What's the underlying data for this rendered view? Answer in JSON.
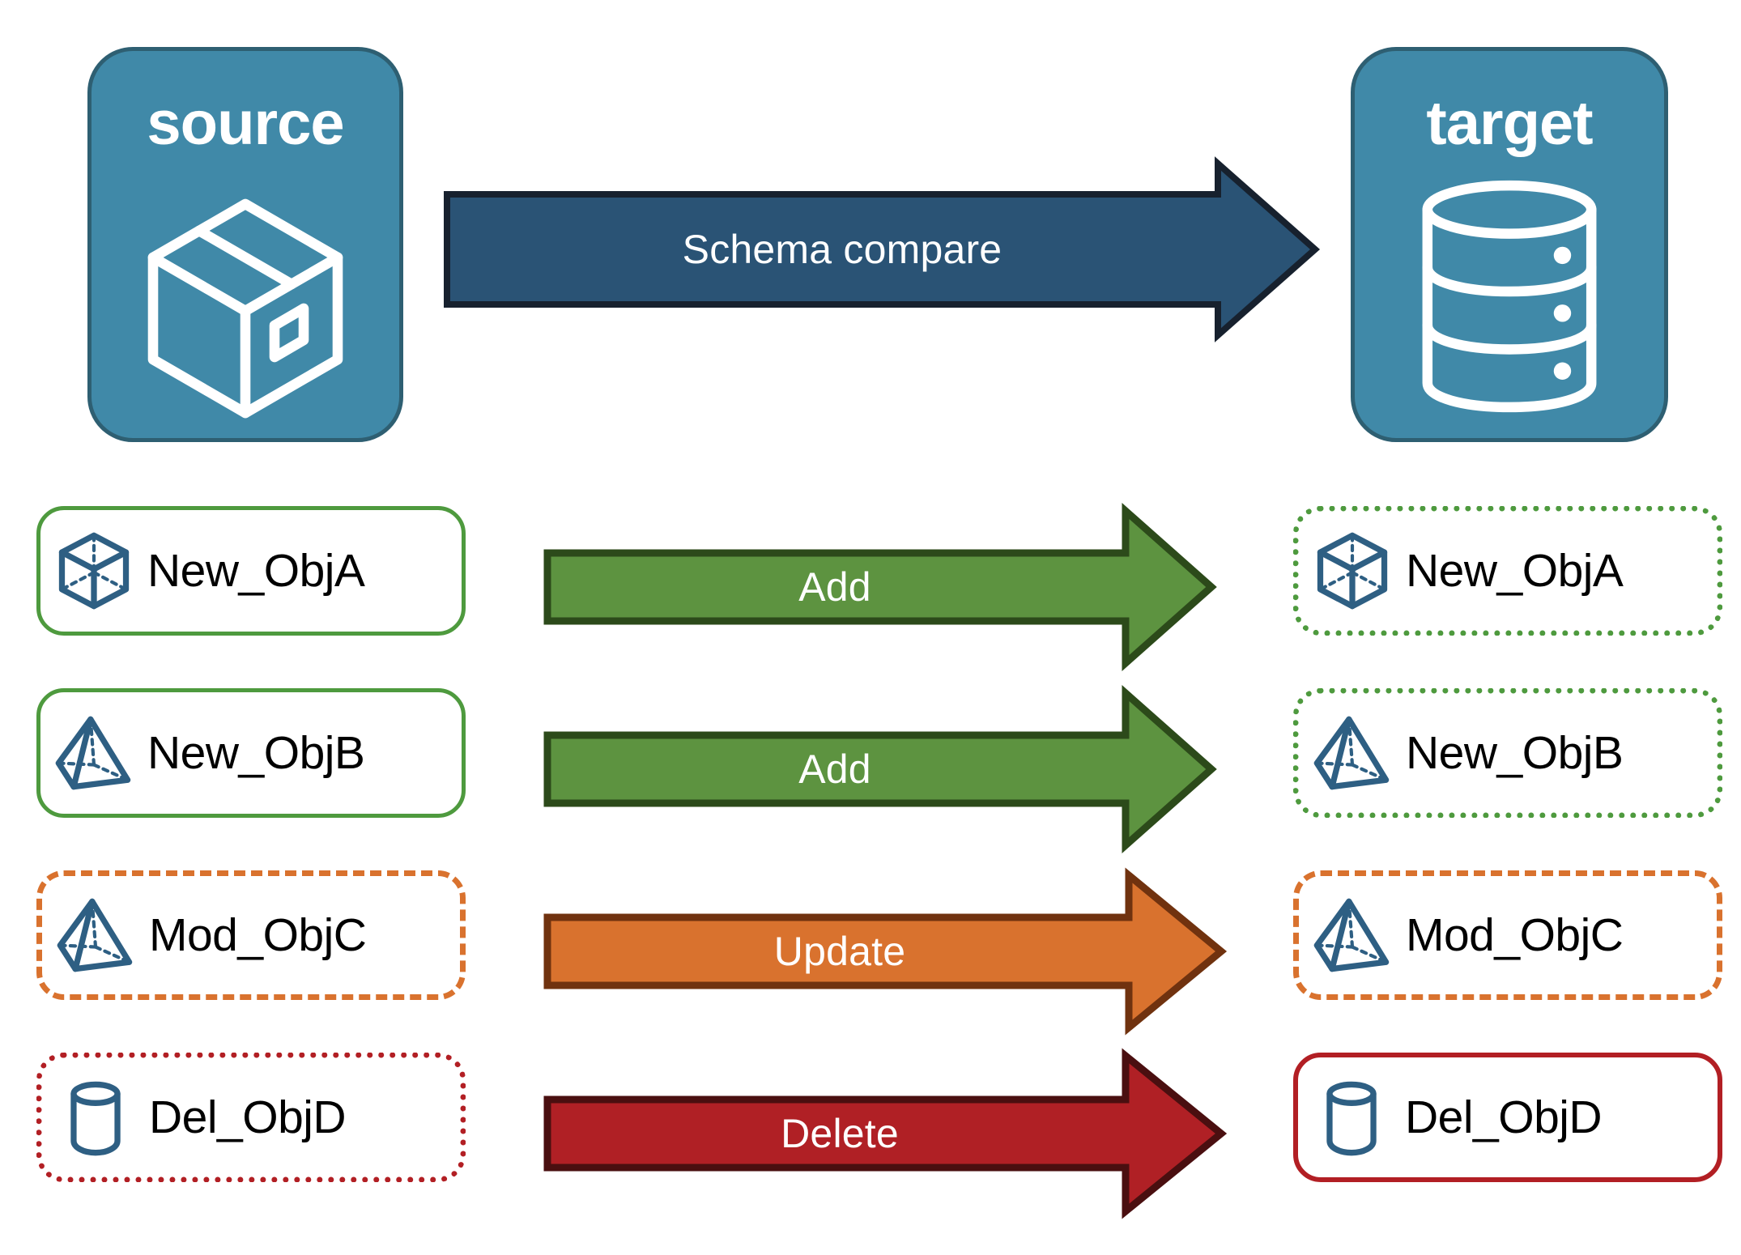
{
  "endpoints": {
    "source": {
      "title": "source",
      "icon": "package-box-icon",
      "fill": "#4089a8",
      "stroke": "#2e5f72"
    },
    "target": {
      "title": "target",
      "icon": "database-cylinder-icon",
      "fill": "#4089a8",
      "stroke": "#2e5f72"
    }
  },
  "compare": {
    "label": "Schema compare",
    "fill": "#2a5375",
    "stroke": "#17212e",
    "direction": "source-to-target"
  },
  "legend_colors": {
    "add": "#5d9340",
    "add_outline": "#2c4a1a",
    "update": "#d9722e",
    "update_outline": "#70320f",
    "delete": "#b02025",
    "delete_outline": "#4a0f10",
    "object_icon": "#2e5f83",
    "panel_blue": "#4089a8"
  },
  "rows": [
    {
      "action": "Add",
      "arrow_fill": "#5d9340",
      "arrow_stroke": "#2c4a1a",
      "source": {
        "name": "New_ObjA",
        "icon": "cube-wireframe-icon",
        "border_style": "solid",
        "border_color": "#4e9a3e"
      },
      "target": {
        "name": "New_ObjA",
        "icon": "cube-wireframe-icon",
        "border_style": "dotted",
        "border_color": "#4e9a3e"
      }
    },
    {
      "action": "Add",
      "arrow_fill": "#5d9340",
      "arrow_stroke": "#2c4a1a",
      "source": {
        "name": "New_ObjB",
        "icon": "pyramid-wireframe-icon",
        "border_style": "solid",
        "border_color": "#4e9a3e"
      },
      "target": {
        "name": "New_ObjB",
        "icon": "pyramid-wireframe-icon",
        "border_style": "dotted",
        "border_color": "#4e9a3e"
      }
    },
    {
      "action": "Update",
      "arrow_fill": "#d9722e",
      "arrow_stroke": "#70320f",
      "source": {
        "name": "Mod_ObjC",
        "icon": "pyramid-wireframe-icon",
        "border_style": "dashed",
        "border_color": "#d9722e"
      },
      "target": {
        "name": "Mod_ObjC",
        "icon": "pyramid-wireframe-icon",
        "border_style": "dashed",
        "border_color": "#d9722e"
      }
    },
    {
      "action": "Delete",
      "arrow_fill": "#b02025",
      "arrow_stroke": "#4a0f10",
      "source": {
        "name": "Del_ObjD",
        "icon": "cylinder-wireframe-icon",
        "border_style": "dotted",
        "border_color": "#b21f24"
      },
      "target": {
        "name": "Del_ObjD",
        "icon": "cylinder-wireframe-icon",
        "border_style": "solid",
        "border_color": "#b21f24"
      }
    }
  ]
}
